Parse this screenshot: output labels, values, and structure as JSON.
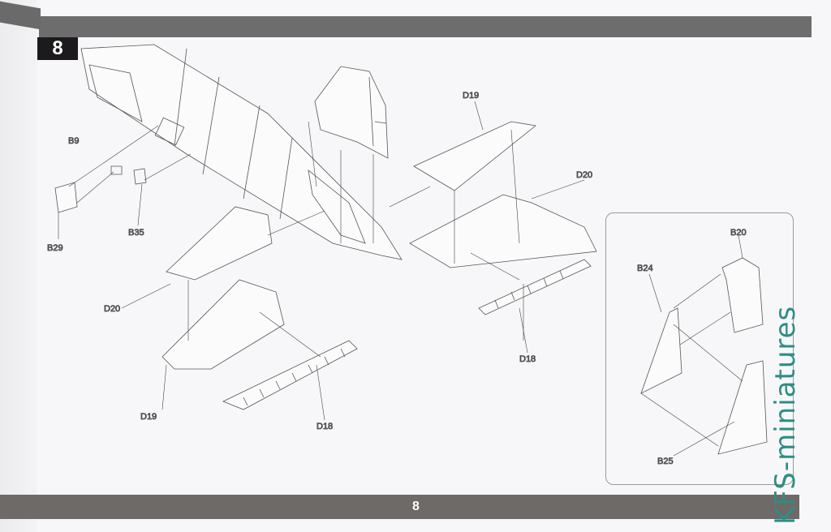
{
  "step_number": "8",
  "page_number": "8",
  "watermark": "KFS-miniatures",
  "colors": {
    "band": "#6d6d6e",
    "step_box": "#1c1a1c",
    "watermark": "#2e8d84"
  },
  "part_labels": {
    "b9": "B9",
    "b29": "B29",
    "b35": "B35",
    "d20_left": "D20",
    "d19_left": "D19",
    "d18_left": "D18",
    "d19_right": "D19",
    "d20_right": "D20",
    "d18_right": "D18"
  },
  "inset": {
    "b20": "B20",
    "b24": "B24",
    "b25": "B25"
  }
}
